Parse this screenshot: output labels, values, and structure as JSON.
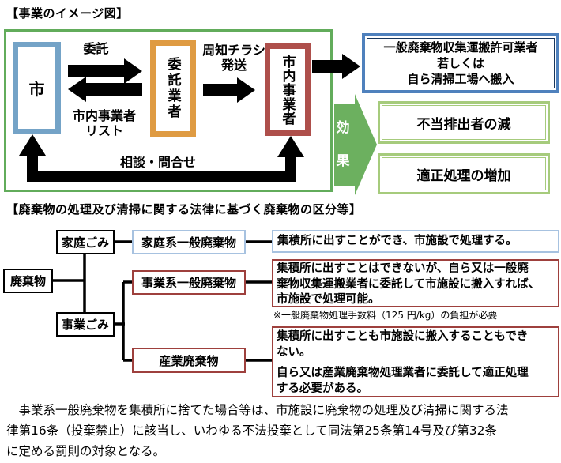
{
  "colors": {
    "frame_green": "#62ac5b",
    "arrow_green": "#6cb05f",
    "lightgreen": "#a6cb7c",
    "blue_border": "#4f81bd",
    "steel_blue": "#74a3c7",
    "orange": "#df9b43",
    "brick": "#ae4f4b",
    "brick_thin": "#9e403d",
    "lightblue": "#a7c2e0"
  },
  "section1": {
    "title": "【事業のイメージ図】",
    "city_box": "市",
    "contractor_box": "委託業者",
    "citybiz_box": "市内事業者",
    "label_consign": "委託",
    "label_list_line1": "市内事業者",
    "label_list_line2": "リスト",
    "label_flyer_line1": "周知チラシ",
    "label_flyer_line2": "発送",
    "label_consult": "相談・問合せ",
    "effect_char1": "効",
    "effect_char2": "果",
    "result_line1": "一般廃棄物収集運搬許可業者",
    "result_line2": "若しくは",
    "result_line3": "自ら清掃工場へ搬入",
    "effect_box1": "不当排出者の減",
    "effect_box2": "適正処理の増加"
  },
  "section2": {
    "title": "【廃棄物の処理及び清掃に関する法律に基づく廃棄物の区分等】",
    "node_waste": "廃棄物",
    "node_home": "家庭ごみ",
    "node_biz": "事業ごみ",
    "cat_home": "家庭系一般廃棄物",
    "cat_bizgen": "事業系一般廃棄物",
    "cat_ind": "産業廃棄物",
    "desc_home": "集積所に出すことができ、市施設で処理する。",
    "desc_bizgen_line1": "集積所に出すことはできないが、自ら又は一般廃",
    "desc_bizgen_line2": "棄物収集運搬業者に委託して市施設に搬入すれば、",
    "desc_bizgen_line3": "市施設で処理可能。",
    "note": "※一般廃棄物処理手数料（125 円/kg）の負担が必要",
    "desc_ind_a_line1": "集積所に出すことも市施設に搬入することもでき",
    "desc_ind_a_line2": "ない。",
    "desc_ind_b_line1": "自ら又は産業廃棄物処理業者に委託して適正処理",
    "desc_ind_b_line2": "する必要がある。"
  },
  "footer": {
    "line1": "　事業系一般廃棄物を集積所に捨てた場合等は、市施設に廃棄物の処理及び清掃に関する法",
    "line2": "律第16条（投棄禁止）に該当し、いわゆる不法投棄として同法第25条第14号及び第32条",
    "line3": "に定める罰則の対象となる。"
  }
}
